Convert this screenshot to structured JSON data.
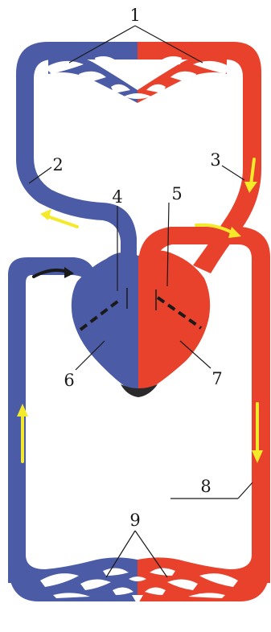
{
  "labels": [
    "1",
    "2",
    "3",
    "4",
    "5",
    "6",
    "7",
    "8",
    "9"
  ],
  "colors": {
    "deoxygenated": "#4b5ba6",
    "oxygenated": "#e8412c",
    "arrow": "#f4ea2a",
    "apex": "#2a2a2a",
    "background": "#ffffff",
    "line": "#1a1a1a"
  }
}
